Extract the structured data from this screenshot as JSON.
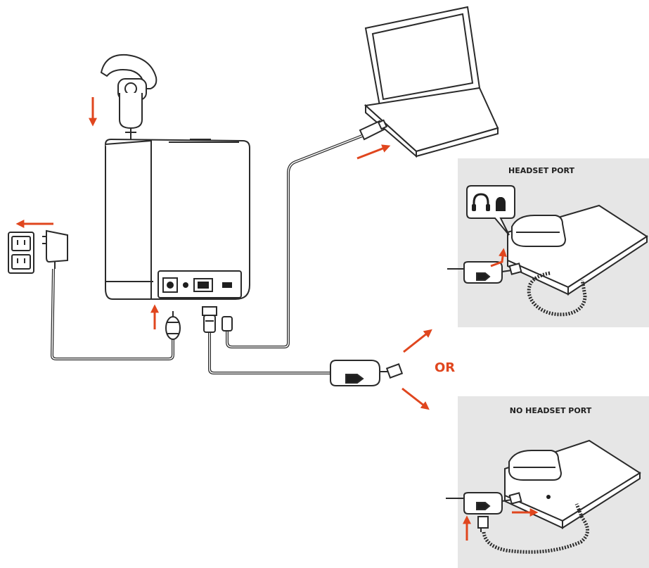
{
  "labels": {
    "or": "OR",
    "headset_port_panel_title": "HEADSET PORT",
    "no_headset_port_panel_title": "NO HEADSET PORT"
  },
  "colors": {
    "arrow": "#e0461e",
    "line": "#2a2a2a",
    "panel": "#e6e6e6",
    "fill_light": "#ffffff",
    "fill_dark": "#1e1e1e"
  },
  "icons": {
    "headset_port_symbol": "headset-icon",
    "phone_port_symbol": "handset-icon"
  }
}
